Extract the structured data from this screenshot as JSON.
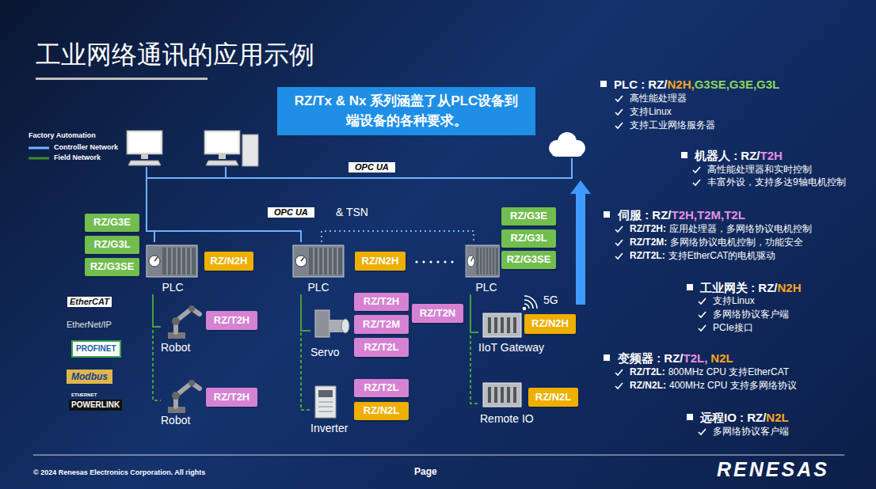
{
  "diagram": {
    "title": "工业网络通讯的应用示例",
    "nodes": [
      {
        "text": [
          "RZ/Tx & Nx 系列涵盖了从PLC设备到端设备的各种要求。"
        ]
      },
      {
        "text": [
          "RZ/G3E"
        ]
      },
      {
        "text": [
          "RZ/G3L"
        ]
      },
      {
        "text": [
          "RZ/G3SE"
        ]
      },
      {
        "text": [
          "PLC"
        ]
      },
      {
        "text": [
          "RZ/N2H"
        ]
      },
      {
        "text": [
          "PLC"
        ]
      },
      {
        "text": [
          "RZ/N2H"
        ]
      },
      {
        "text": [
          "RZ/G3E"
        ]
      },
      {
        "text": [
          "RZ/G3L"
        ]
      },
      {
        "text": [
          "RZ/G3SE"
        ]
      },
      {
        "text": [
          "PLC"
        ]
      },
      {
        "text": [
          "Robot"
        ]
      },
      {
        "text": [
          "RZ/T2H"
        ]
      },
      {
        "text": [
          "Servo"
        ]
      },
      {
        "text": [
          "RZ/T2H"
        ]
      },
      {
        "text": [
          "RZ/T2M"
        ]
      },
      {
        "text": [
          "RZ/T2L"
        ]
      },
      {
        "text": [
          "RZ/T2N"
        ]
      },
      {
        "text": [
          "IIoT Gateway"
        ]
      },
      {
        "text": [
          "RZ/N2H"
        ]
      },
      {
        "text": [
          "Robot"
        ]
      },
      {
        "text": [
          "RZ/T2H"
        ]
      },
      {
        "text": [
          "Inverter"
        ]
      },
      {
        "text": [
          "RZ/T2L"
        ]
      },
      {
        "text": [
          "RZ/N2L"
        ]
      },
      {
        "text": [
          "Remote IO"
        ]
      },
      {
        "text": [
          "RZ/N2L"
        ]
      }
    ],
    "edges": [
      {
        "from": 4,
        "to": 6,
        "arrow": "none"
      },
      {
        "from": 6,
        "to": 11,
        "arrow": "none"
      },
      {
        "from": 4,
        "to": 12,
        "arrow": "none"
      },
      {
        "from": 12,
        "to": 21,
        "arrow": "none"
      },
      {
        "from": 6,
        "to": 14,
        "arrow": "none"
      },
      {
        "from": 14,
        "to": 23,
        "arrow": "none"
      },
      {
        "from": 11,
        "to": 19,
        "arrow": "none"
      },
      {
        "from": 19,
        "to": 26,
        "arrow": "none"
      }
    ],
    "labels": [
      "Factory Automation",
      "OPC UA",
      "OPC UA",
      "& TSN",
      "5G",
      "EtherCAT",
      "EtherNet/IP",
      "PROFINET",
      "Modbus",
      "ETHERNET",
      "POWERLINK",
      "PLC : RZ/",
      "N2H,",
      "G3SE,G3E,G3L",
      "高性能处理器",
      "支持Linux",
      "支持工业网络服务器",
      "机器人 : RZ/",
      "T2H",
      "高性能处理器和实时控制",
      "丰富外设，支持多达9轴电机控制",
      "伺服 : RZ/",
      "T2H,T2M,T2L",
      "RZ/T2H:",
      "应用处理器，多网络协议电机控制",
      "RZ/T2M:",
      "多网络协议电机控制，功能安全",
      "RZ/T2L:",
      "支持EtherCAT的电机驱动",
      "工业网关 : RZ/",
      "N2H",
      "支持Linux",
      "多网络协议客户端",
      "PCIe接口",
      "变频器 : RZ/",
      "T2L,",
      "N2L",
      "RZ/T2L:",
      "800MHz CPU 支持EtherCAT",
      "RZ/N2L:",
      "400MHz CPU 支持多网络协议",
      "远程IO : RZ/",
      "N2L",
      "多网络协议客户端",
      "© 2024 Renesas Electronics Corporation. All rights",
      "Page",
      "RENESAS"
    ],
    "legend": [
      {
        "text": "Controller Network"
      },
      {
        "text": "Field Network"
      }
    ]
  }
}
